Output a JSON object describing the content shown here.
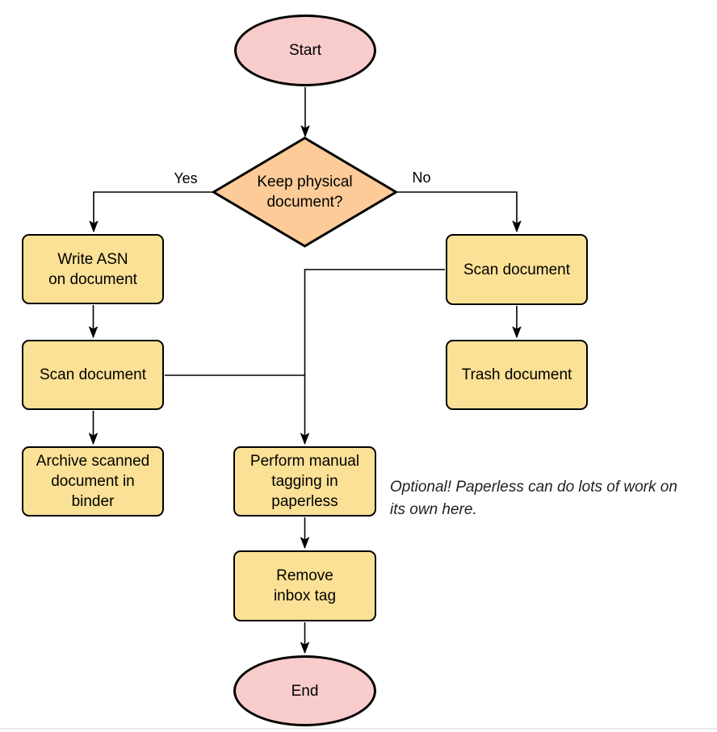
{
  "colors": {
    "terminal_fill": "#F8CCCB",
    "process_fill": "#FBE196",
    "decision_fill": "#FCCB97",
    "stroke": "#000000",
    "background": "#FFFFFF"
  },
  "nodes": {
    "start": {
      "type": "terminal",
      "lines": [
        "Start"
      ]
    },
    "decision": {
      "type": "decision",
      "lines": [
        "Keep physical",
        "document?"
      ]
    },
    "write_asn": {
      "type": "process",
      "lines": [
        "Write ASN",
        "on document"
      ]
    },
    "scan_left": {
      "type": "process",
      "lines": [
        "Scan document"
      ]
    },
    "archive": {
      "type": "process",
      "lines": [
        "Archive scanned",
        "document in",
        "binder"
      ]
    },
    "scan_right": {
      "type": "process",
      "lines": [
        "Scan document"
      ]
    },
    "trash": {
      "type": "process",
      "lines": [
        "Trash document"
      ]
    },
    "perform": {
      "type": "process",
      "lines": [
        "Perform manual",
        "tagging in",
        "paperless"
      ]
    },
    "remove": {
      "type": "process",
      "lines": [
        "Remove",
        "inbox tag"
      ]
    },
    "end": {
      "type": "terminal",
      "lines": [
        "End"
      ]
    }
  },
  "edge_labels": {
    "yes": "Yes",
    "no": "No"
  },
  "note": {
    "line1": "Optional! Paperless can do lots of work on",
    "line2": "its own here."
  }
}
